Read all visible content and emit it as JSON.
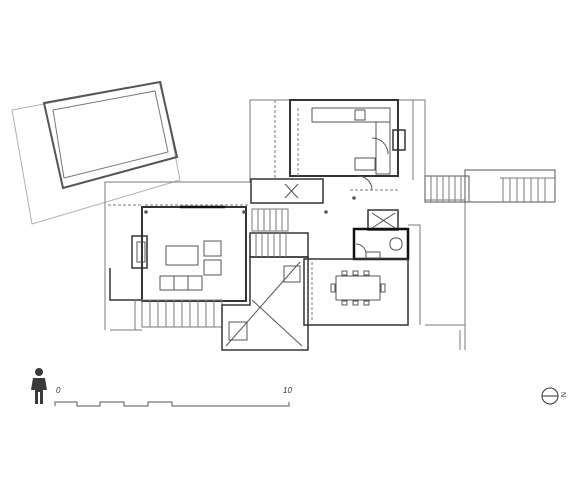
{
  "scale_bar": {
    "start_label": "0",
    "end_label": "10"
  },
  "north_arrow": {
    "label": "N"
  },
  "icons": {
    "human_figure": "person-silhouette-icon",
    "north": "north-arrow-icon"
  },
  "colors": {
    "wall": "#333333",
    "thin_line": "#7a7a7a",
    "light_line": "#b0b0b0",
    "figure": "#3a3a3a"
  }
}
